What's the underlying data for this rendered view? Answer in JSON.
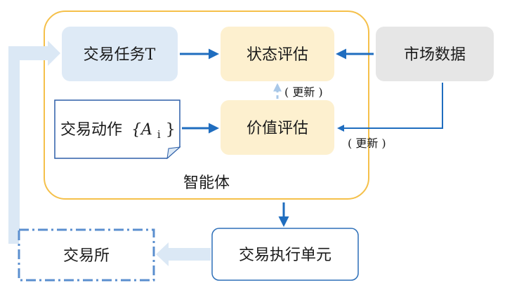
{
  "nodes": {
    "trade_task": "交易任务T",
    "state_eval": "状态评估",
    "market_data": "市场数据",
    "trade_action": "交易动作",
    "trade_action_math": "{A",
    "trade_action_sub": "i",
    "trade_action_close": "}",
    "value_eval": "价值评估",
    "agent": "智能体",
    "exchange": "交易所",
    "execution_unit": "交易执行单元"
  },
  "edge_labels": {
    "update_inner": "( 更新 )",
    "update_outer": "( 更新 )"
  },
  "colors": {
    "agent_border": "#f5c04a",
    "task_fill": "#deeaf6",
    "eval_fill": "#fdf0cf",
    "market_fill": "#e6e6e6",
    "arrow_blue": "#1f6dbf",
    "arrow_light": "#a9c8e8",
    "feedback_pipe": "#dbe8f5"
  }
}
